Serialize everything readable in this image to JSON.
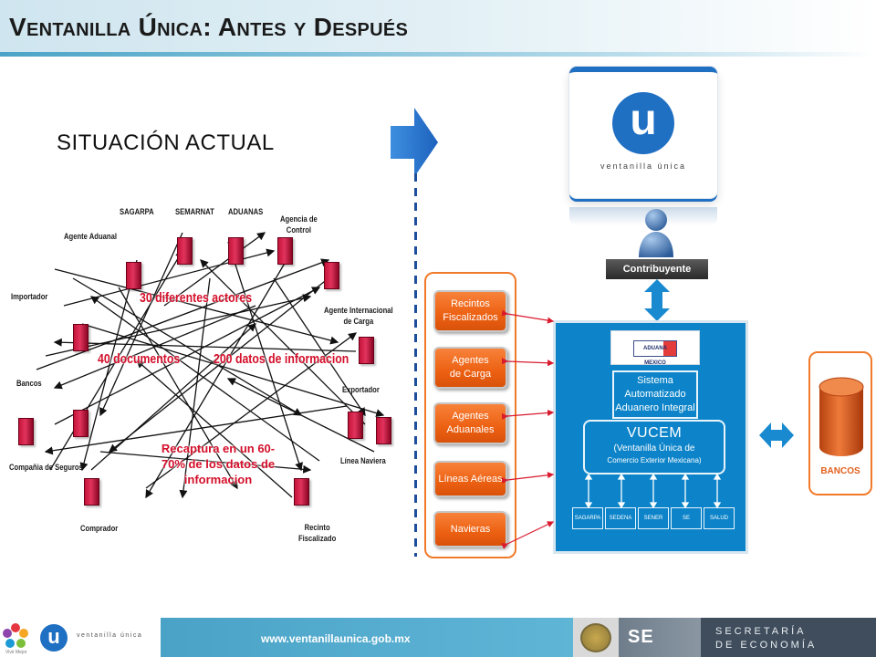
{
  "slide": {
    "title": "Ventanilla Única: Antes y Después",
    "section_heading": "SITUACIÓN ACTUAL"
  },
  "before": {
    "actors": [
      {
        "id": "sagarpa",
        "label": "SAGARPA"
      },
      {
        "id": "semarnat",
        "label": "SEMARNAT"
      },
      {
        "id": "aduanas",
        "label": "ADUANAS"
      },
      {
        "id": "agencia-control",
        "label": "Agencia de\nControl"
      },
      {
        "id": "agente-aduanal",
        "label": "Agente Aduanal"
      },
      {
        "id": "importador",
        "label": "Importador"
      },
      {
        "id": "agente-internacional",
        "label": "Agente Internacional\nde Carga"
      },
      {
        "id": "bancos",
        "label": "Bancos"
      },
      {
        "id": "exportador",
        "label": "Exportador"
      },
      {
        "id": "compania-seguros",
        "label": "Compañia de Seguros"
      },
      {
        "id": "linea-naviera",
        "label": "Línea Naviera"
      },
      {
        "id": "comprador",
        "label": "Comprador"
      },
      {
        "id": "recinto-fiscalizado",
        "label": "Recinto\nFiscalizado"
      }
    ],
    "callouts": {
      "actores": "30 diferentes actores",
      "documentos": "40 documentos",
      "datos": "200 datos de informacion",
      "recaptura": "Recaptura en un 60-70% de los datos de informacion"
    }
  },
  "after": {
    "brand_text": "ventanilla única",
    "logo_letter": "u",
    "contribuyente": "Contribuyente",
    "actors": [
      "Recintos\nFiscalizados",
      "Agentes\nde Carga",
      "Agentes\nAduanales",
      "Líneas Aéreas",
      "Navieras"
    ],
    "aduana_logo_text": "ADUANA MEXICO",
    "saai": "Sistema\nAutomatizado\nAduanero Integral",
    "vucem_title": "VUCEM",
    "vucem_sub1": "(Ventanilla Única de",
    "vucem_sub2": "Comercio Exterior Mexicana)",
    "agencies": [
      "SAGARPA",
      "SEDENA",
      "SENER",
      "SE",
      "SALUD"
    ],
    "bancos": "BANCOS"
  },
  "colors": {
    "accent_blue": "#0d84c9",
    "orange": "#ec6012",
    "crimson": "#c4143a",
    "callout_red": "#d40f2a"
  },
  "footer": {
    "url": "www.ventanillaunica.gob.mx",
    "brand": "ventanilla única",
    "se": "SE",
    "secretaria_line1": "SECRETARÍA",
    "secretaria_line2": "DE ECONOMÍA",
    "left_tiny": "Vivir Mejor"
  }
}
